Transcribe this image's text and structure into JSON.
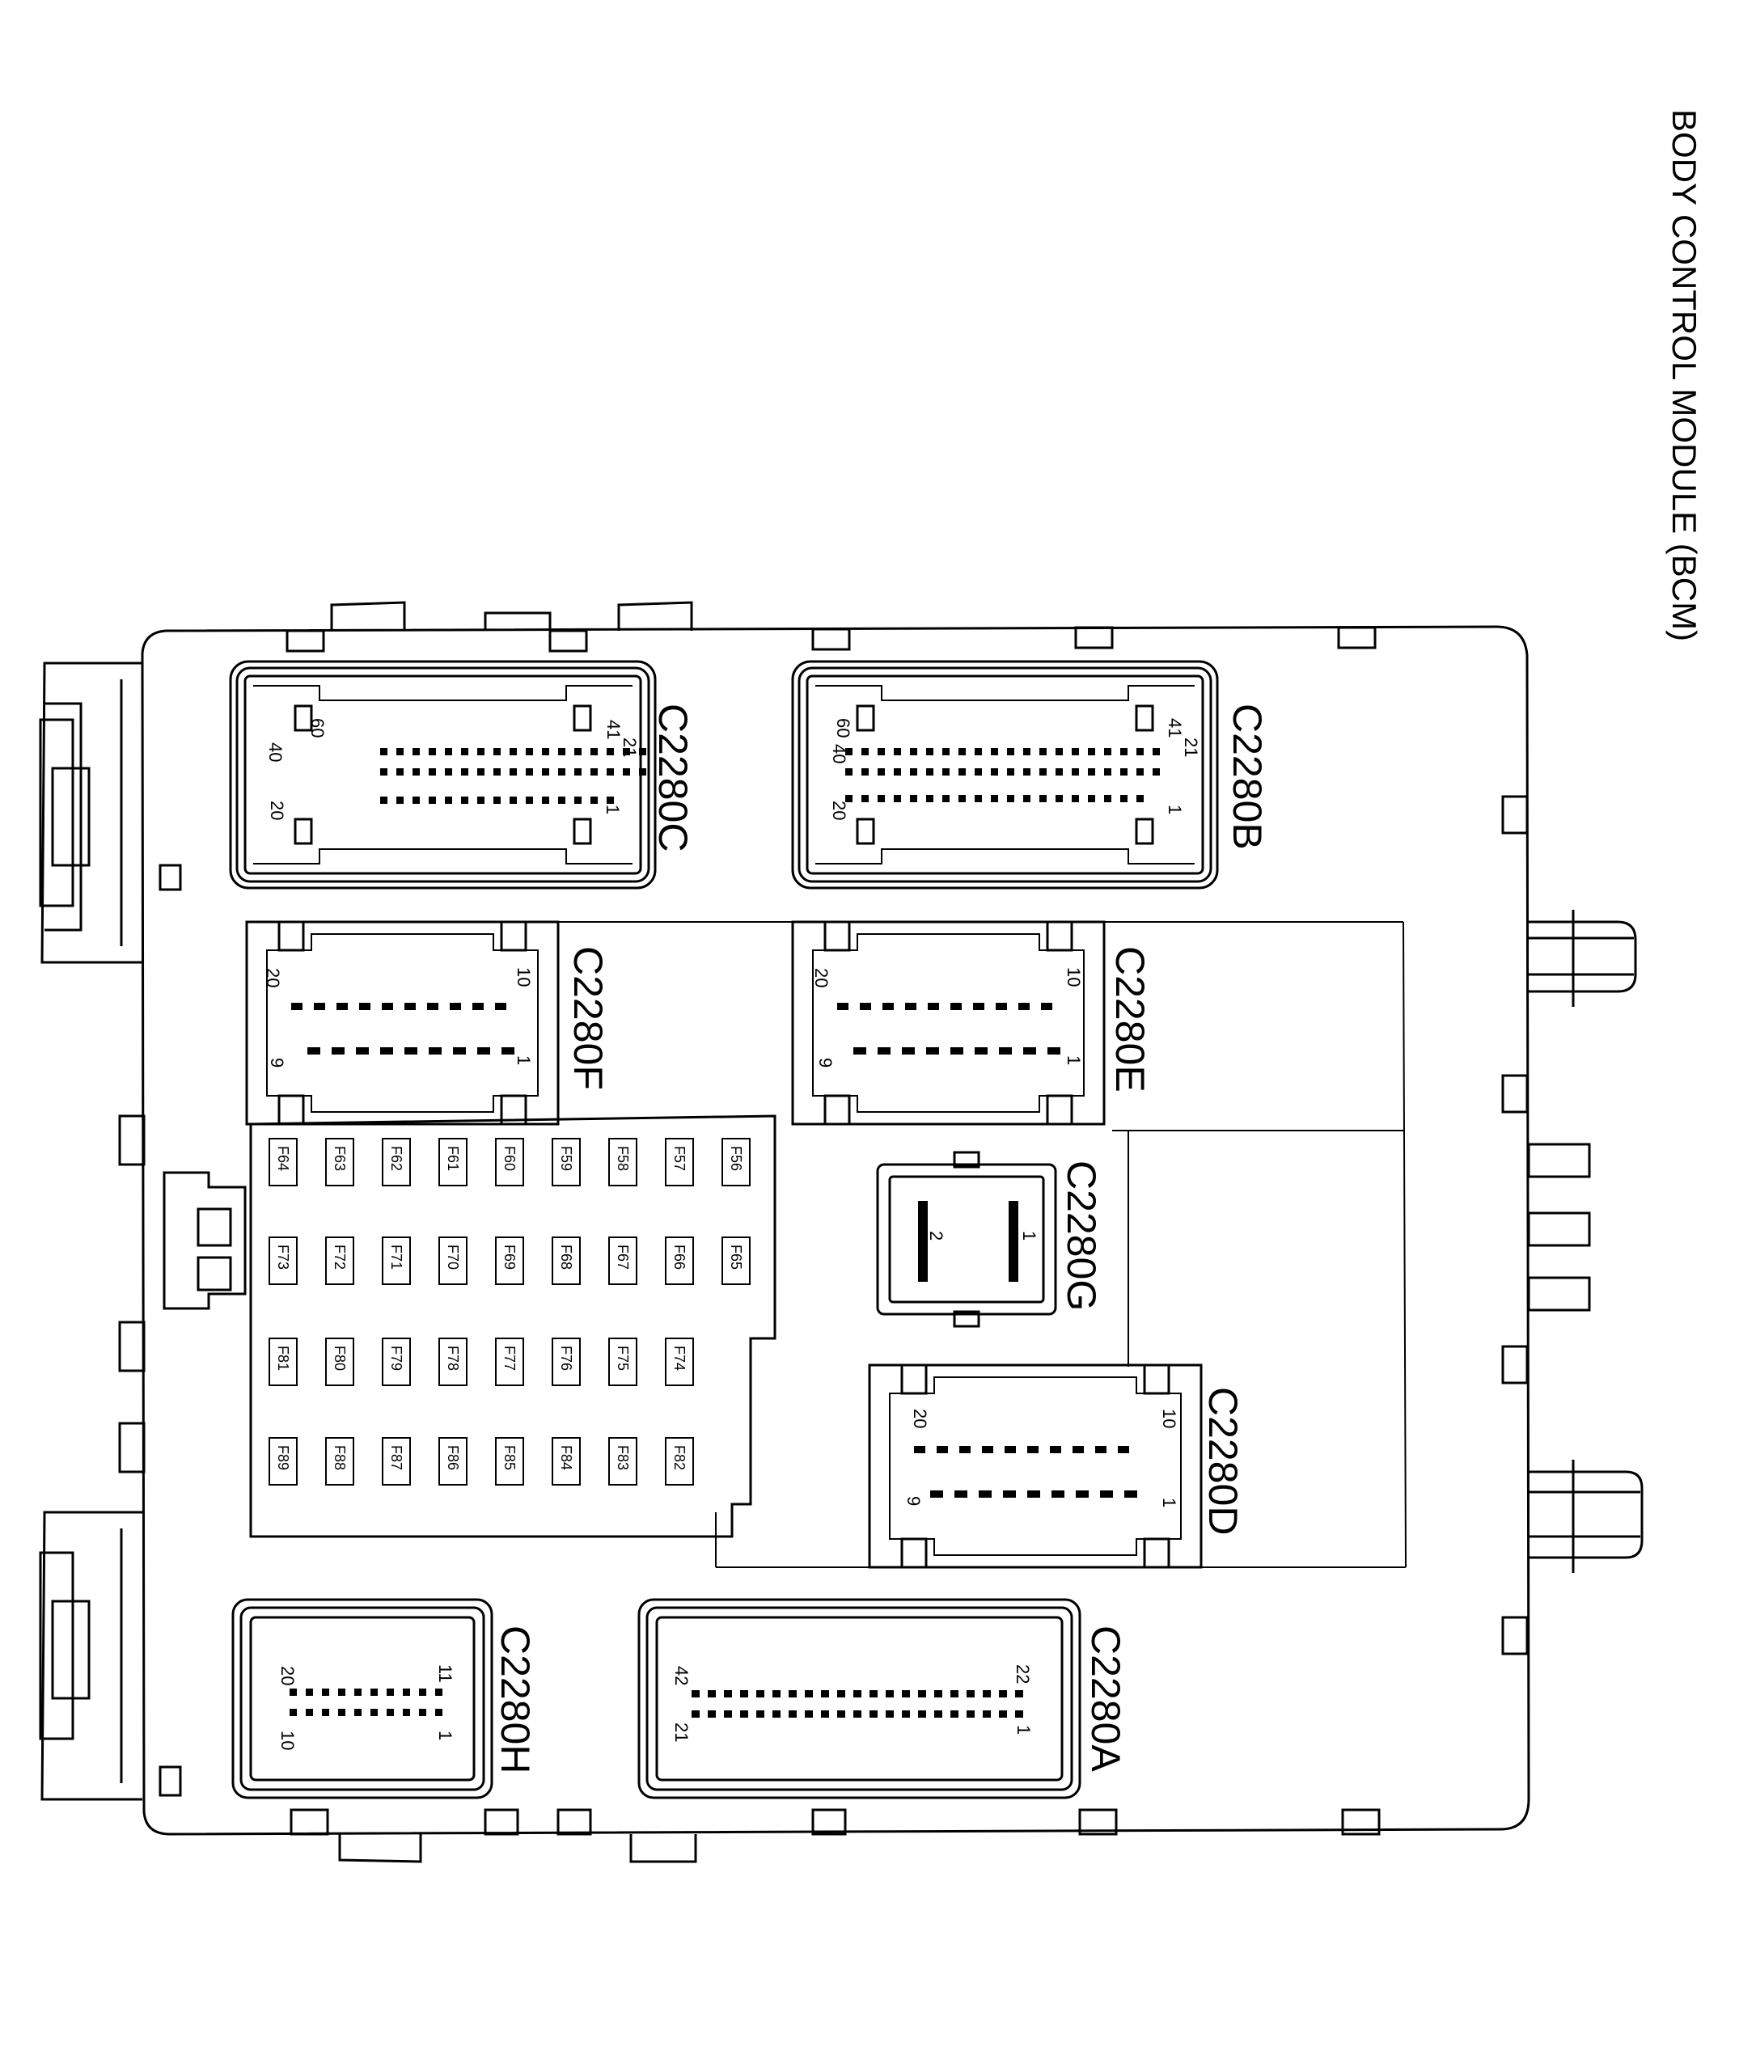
{
  "title": "BODY CONTROL MODULE (BCM)",
  "connectors": [
    {
      "id": "c2280c",
      "label": "C2280C",
      "pins": [
        "60",
        "40",
        "20",
        "41",
        "21",
        "1"
      ]
    },
    {
      "id": "c2280b",
      "label": "C2280B",
      "pins": [
        "60",
        "40",
        "20",
        "41",
        "21",
        "1"
      ]
    },
    {
      "id": "c2280f",
      "label": "C2280F",
      "pins": [
        "20",
        "9",
        "10",
        "1"
      ]
    },
    {
      "id": "c2280e",
      "label": "C2280E",
      "pins": [
        "20",
        "9",
        "10",
        "1"
      ]
    },
    {
      "id": "c2280g",
      "label": "C2280G",
      "pins": [
        "2",
        "1"
      ]
    },
    {
      "id": "c2280d",
      "label": "C2280D",
      "pins": [
        "20",
        "9",
        "10",
        "1"
      ]
    },
    {
      "id": "c2280h",
      "label": "C2280H",
      "pins": [
        "20",
        "10",
        "11",
        "1"
      ]
    },
    {
      "id": "c2280a",
      "label": "C2280A",
      "pins": [
        "42",
        "21",
        "22",
        "1"
      ]
    }
  ],
  "fuses": [
    [
      "F64",
      "F63",
      "F62",
      "F61",
      "F60",
      "F59",
      "F58",
      "F57",
      "F56"
    ],
    [
      "F73",
      "F72",
      "F71",
      "F70",
      "F69",
      "F68",
      "F67",
      "F66",
      "F65"
    ],
    [
      "F81",
      "F80",
      "F79",
      "F78",
      "F77",
      "F76",
      "F75",
      "F74"
    ],
    [
      "F89",
      "F88",
      "F87",
      "F86",
      "F85",
      "F84",
      "F83",
      "F82"
    ]
  ]
}
